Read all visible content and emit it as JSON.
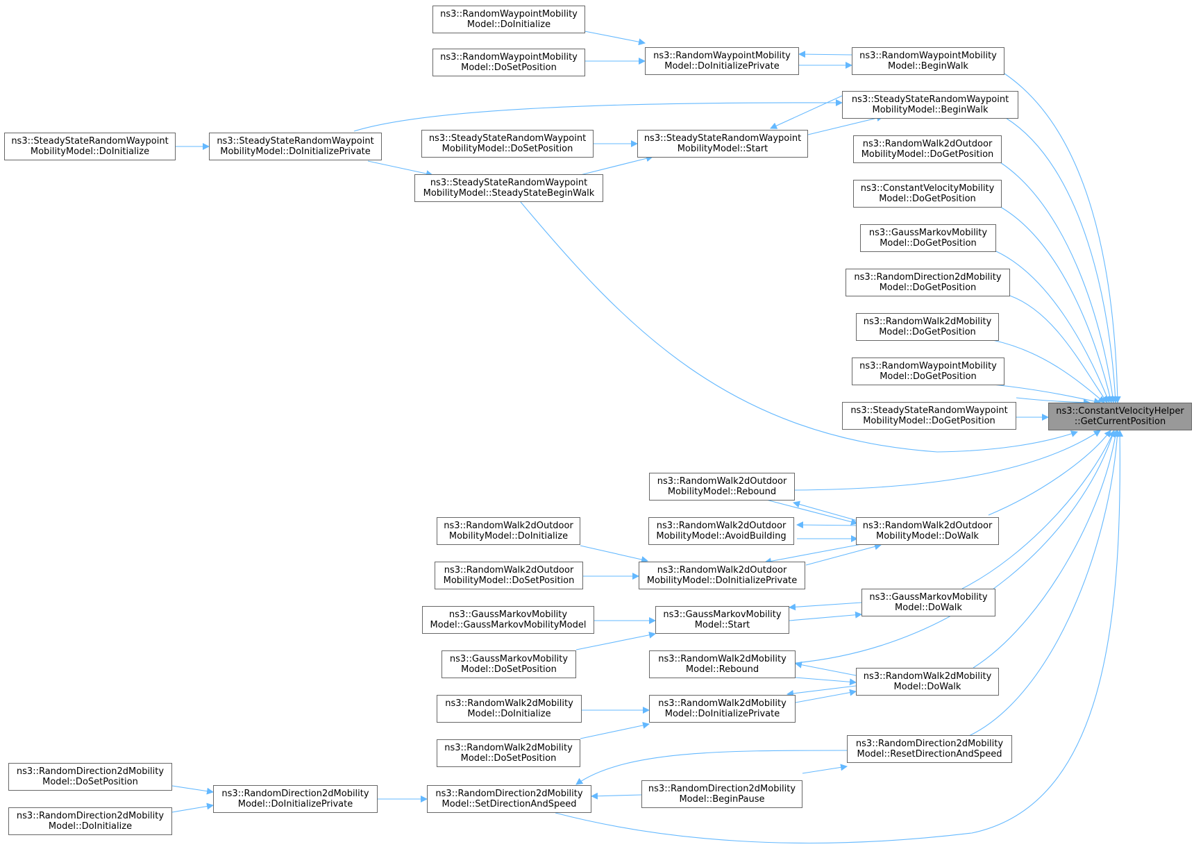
{
  "colors": {
    "edge": "#63b8ff",
    "node_border": "#666666",
    "root_fill": "#999999"
  },
  "nodes": [
    {
      "id": "root",
      "l1": "ns3::ConstantVelocityHelper",
      "l2": "::GetCurrentPosition",
      "root": true
    },
    {
      "id": "rwp_init",
      "l1": "ns3::RandomWaypointMobility",
      "l2": "Model::DoInitialize"
    },
    {
      "id": "rwp_setpos",
      "l1": "ns3::RandomWaypointMobility",
      "l2": "Model::DoSetPosition"
    },
    {
      "id": "rwp_initpriv",
      "l1": "ns3::RandomWaypointMobility",
      "l2": "Model::DoInitializePrivate"
    },
    {
      "id": "rwp_beginwalk",
      "l1": "ns3::RandomWaypointMobility",
      "l2": "Model::BeginWalk"
    },
    {
      "id": "ss_init",
      "l1": "ns3::SteadyStateRandomWaypoint",
      "l2": "MobilityModel::DoInitialize"
    },
    {
      "id": "ss_initpriv",
      "l1": "ns3::SteadyStateRandomWaypoint",
      "l2": "MobilityModel::DoInitializePrivate"
    },
    {
      "id": "ss_setpos",
      "l1": "ns3::SteadyStateRandomWaypoint",
      "l2": "MobilityModel::DoSetPosition"
    },
    {
      "id": "ss_start",
      "l1": "ns3::SteadyStateRandomWaypoint",
      "l2": "MobilityModel::Start"
    },
    {
      "id": "ss_beginwalk",
      "l1": "ns3::SteadyStateRandomWaypoint",
      "l2": "MobilityModel::BeginWalk"
    },
    {
      "id": "ss_ssbw",
      "l1": "ns3::SteadyStateRandomWaypoint",
      "l2": "MobilityModel::SteadyStateBeginWalk"
    },
    {
      "id": "rw2o_getpos",
      "l1": "ns3::RandomWalk2dOutdoor",
      "l2": "MobilityModel::DoGetPosition"
    },
    {
      "id": "cv_getpos",
      "l1": "ns3::ConstantVelocityMobility",
      "l2": "Model::DoGetPosition"
    },
    {
      "id": "gm_getpos",
      "l1": "ns3::GaussMarkovMobility",
      "l2": "Model::DoGetPosition"
    },
    {
      "id": "rd2_getpos",
      "l1": "ns3::RandomDirection2dMobility",
      "l2": "Model::DoGetPosition"
    },
    {
      "id": "rw2_getpos",
      "l1": "ns3::RandomWalk2dMobility",
      "l2": "Model::DoGetPosition"
    },
    {
      "id": "rwp_getpos",
      "l1": "ns3::RandomWaypointMobility",
      "l2": "Model::DoGetPosition"
    },
    {
      "id": "ss_getpos",
      "l1": "ns3::SteadyStateRandomWaypoint",
      "l2": "MobilityModel::DoGetPosition"
    },
    {
      "id": "rw2o_rebound",
      "l1": "ns3::RandomWalk2dOutdoor",
      "l2": "MobilityModel::Rebound"
    },
    {
      "id": "rw2o_avoid",
      "l1": "ns3::RandomWalk2dOutdoor",
      "l2": "MobilityModel::AvoidBuilding"
    },
    {
      "id": "rw2o_dowalk",
      "l1": "ns3::RandomWalk2dOutdoor",
      "l2": "MobilityModel::DoWalk"
    },
    {
      "id": "rw2o_init",
      "l1": "ns3::RandomWalk2dOutdoor",
      "l2": "MobilityModel::DoInitialize"
    },
    {
      "id": "rw2o_setpos",
      "l1": "ns3::RandomWalk2dOutdoor",
      "l2": "MobilityModel::DoSetPosition"
    },
    {
      "id": "rw2o_initpriv",
      "l1": "ns3::RandomWalk2dOutdoor",
      "l2": "MobilityModel::DoInitializePrivate"
    },
    {
      "id": "gm_ctor",
      "l1": "ns3::GaussMarkovMobility",
      "l2": "Model::GaussMarkovMobilityModel"
    },
    {
      "id": "gm_start",
      "l1": "ns3::GaussMarkovMobility",
      "l2": "Model::Start"
    },
    {
      "id": "gm_dowalk",
      "l1": "ns3::GaussMarkovMobility",
      "l2": "Model::DoWalk"
    },
    {
      "id": "gm_setpos",
      "l1": "ns3::GaussMarkovMobility",
      "l2": "Model::DoSetPosition"
    },
    {
      "id": "rw2_rebound",
      "l1": "ns3::RandomWalk2dMobility",
      "l2": "Model::Rebound"
    },
    {
      "id": "rw2_dowalk",
      "l1": "ns3::RandomWalk2dMobility",
      "l2": "Model::DoWalk"
    },
    {
      "id": "rw2_init",
      "l1": "ns3::RandomWalk2dMobility",
      "l2": "Model::DoInitialize"
    },
    {
      "id": "rw2_initpriv",
      "l1": "ns3::RandomWalk2dMobility",
      "l2": "Model::DoInitializePrivate"
    },
    {
      "id": "rw2_setpos",
      "l1": "ns3::RandomWalk2dMobility",
      "l2": "Model::DoSetPosition"
    },
    {
      "id": "rd2_reset",
      "l1": "ns3::RandomDirection2dMobility",
      "l2": "Model::ResetDirectionAndSpeed"
    },
    {
      "id": "rd2_setpos",
      "l1": "ns3::RandomDirection2dMobility",
      "l2": "Model::DoSetPosition"
    },
    {
      "id": "rd2_initpriv",
      "l1": "ns3::RandomDirection2dMobility",
      "l2": "Model::DoInitializePrivate"
    },
    {
      "id": "rd2_setdir",
      "l1": "ns3::RandomDirection2dMobility",
      "l2": "Model::SetDirectionAndSpeed"
    },
    {
      "id": "rd2_pause",
      "l1": "ns3::RandomDirection2dMobility",
      "l2": "Model::BeginPause"
    },
    {
      "id": "rd2_init",
      "l1": "ns3::RandomDirection2dMobility",
      "l2": "Model::DoInitialize"
    }
  ]
}
